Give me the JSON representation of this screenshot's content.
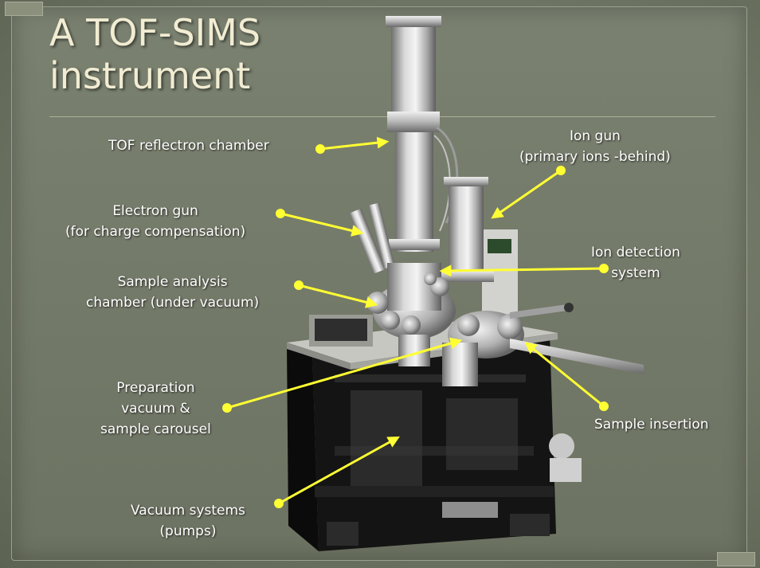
{
  "slide": {
    "title_line1": "A TOF-SIMS",
    "title_line2": "instrument"
  },
  "labels": {
    "tof_reflectron": {
      "line1": "TOF reflectron chamber"
    },
    "electron_gun": {
      "line1": "Electron gun",
      "line2": "(for charge compensation)"
    },
    "sample_analysis": {
      "line1": "Sample analysis",
      "line2": "chamber (under vacuum)"
    },
    "preparation": {
      "line1": "Preparation",
      "line2": "vacuum &",
      "line3": "sample carousel"
    },
    "vacuum_systems": {
      "line1": "Vacuum systems",
      "line2": "(pumps)"
    },
    "ion_gun": {
      "line1": "Ion gun",
      "line2": "(primary ions -behind)"
    },
    "ion_detection": {
      "line1": "Ion detection",
      "line2": "system"
    },
    "sample_insertion": {
      "line1": "Sample insertion"
    }
  },
  "colors": {
    "background": "#747a69",
    "title": "#f1ecd2",
    "leader": "#ffff33",
    "label_text": "#ffffff"
  }
}
